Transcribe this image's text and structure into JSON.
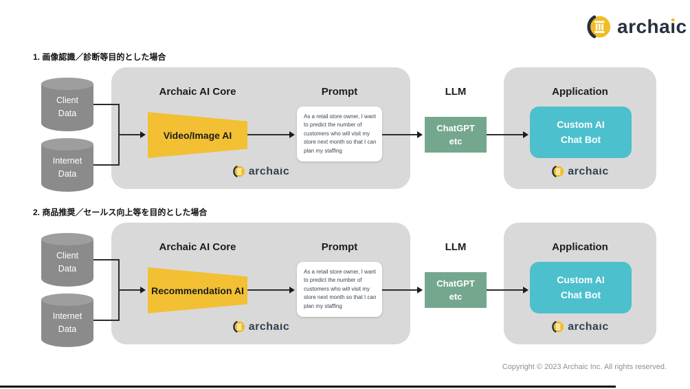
{
  "brand": {
    "full": "archaic",
    "pre": "archa",
    "i": "ı",
    "post": "c"
  },
  "sections": [
    {
      "heading": "1. 画像認識／診断等目的とした場合",
      "sources": [
        {
          "lines": [
            "Client",
            "Data"
          ]
        },
        {
          "lines": [
            "Internet",
            "Data"
          ]
        }
      ],
      "core_title": "Archaic AI Core",
      "core_label": "Video/Image AI",
      "prompt_title": "Prompt",
      "prompt_text": "As a retail store owner, I want to predict the number of customers who will visit my store next month so that I can plan my staffing",
      "llm_title": "LLM",
      "llm_label_line1": "ChatGPT",
      "llm_label_line2": "etc",
      "app_title": "Application",
      "app_label_line1": "Custom AI",
      "app_label_line2": "Chat Bot"
    },
    {
      "heading": "2. 商品推奨／セールス向上等を目的とした場合",
      "sources": [
        {
          "lines": [
            "Client",
            "Data"
          ]
        },
        {
          "lines": [
            "Internet",
            "Data"
          ]
        }
      ],
      "core_title": "Archaic AI Core",
      "core_label": "Recommendation AI",
      "prompt_title": "Prompt",
      "prompt_text": "As a retail store owner, I want to predict the number of customers who will visit my store next month so that I can plan my staffing",
      "llm_title": "LLM",
      "llm_label_line1": "ChatGPT",
      "llm_label_line2": "etc",
      "app_title": "Application",
      "app_label_line1": "Custom AI",
      "app_label_line2": "Chat Bot"
    }
  ],
  "footer": {
    "copyright": "Copyright © 2023 Archaic Inc. All rights reserved."
  },
  "colors": {
    "panel_gray": "#D9D9D9",
    "core_yellow": "#F2C032",
    "llm_green": "#75A78F",
    "app_cyan": "#4CC0CD",
    "cylinder_gray": "#8B8B8B",
    "brand_navy": "#26313F",
    "brand_gold": "#F1BC26"
  }
}
